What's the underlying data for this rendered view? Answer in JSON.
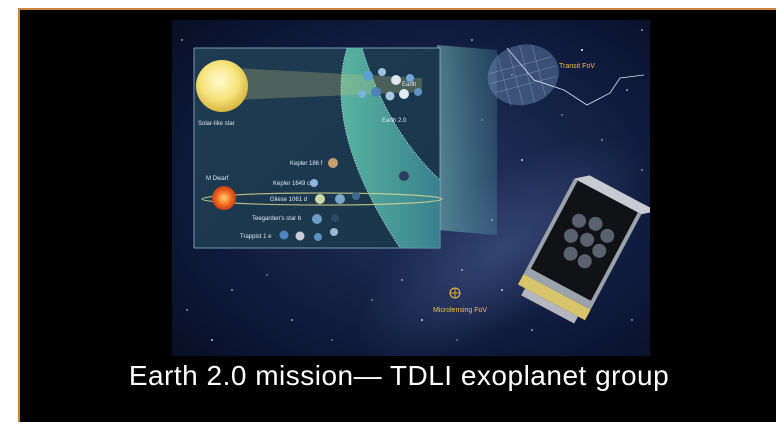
{
  "caption": "Earth 2.0 mission— TDLI exoplanet group",
  "illustration": {
    "labels": {
      "solar_like_star": "Solar-like star",
      "earth": "Earth",
      "earth_2": "Earth 2.0",
      "m_dwarf": "M Dwarf",
      "kepler_186f": "Kepler 186 f",
      "kepler_1649c": "Kepler 1649 c",
      "gliese_1061d": "Gliese 1061 d",
      "teegarden_star_b": "Teegarden's star b",
      "trappist_1e": "Trappist 1 e",
      "transit_fov": "Transit FoV",
      "microlensing_fov": "Microlensing FoV"
    },
    "colors": {
      "background_frame": "#000000",
      "border": "#c8863a",
      "space": "#0a1530",
      "habitable_zone": "#5fb7a8",
      "sun": "#f3e27a",
      "m_dwarf": "#e5561c",
      "fov_label": "#f0c040"
    }
  }
}
